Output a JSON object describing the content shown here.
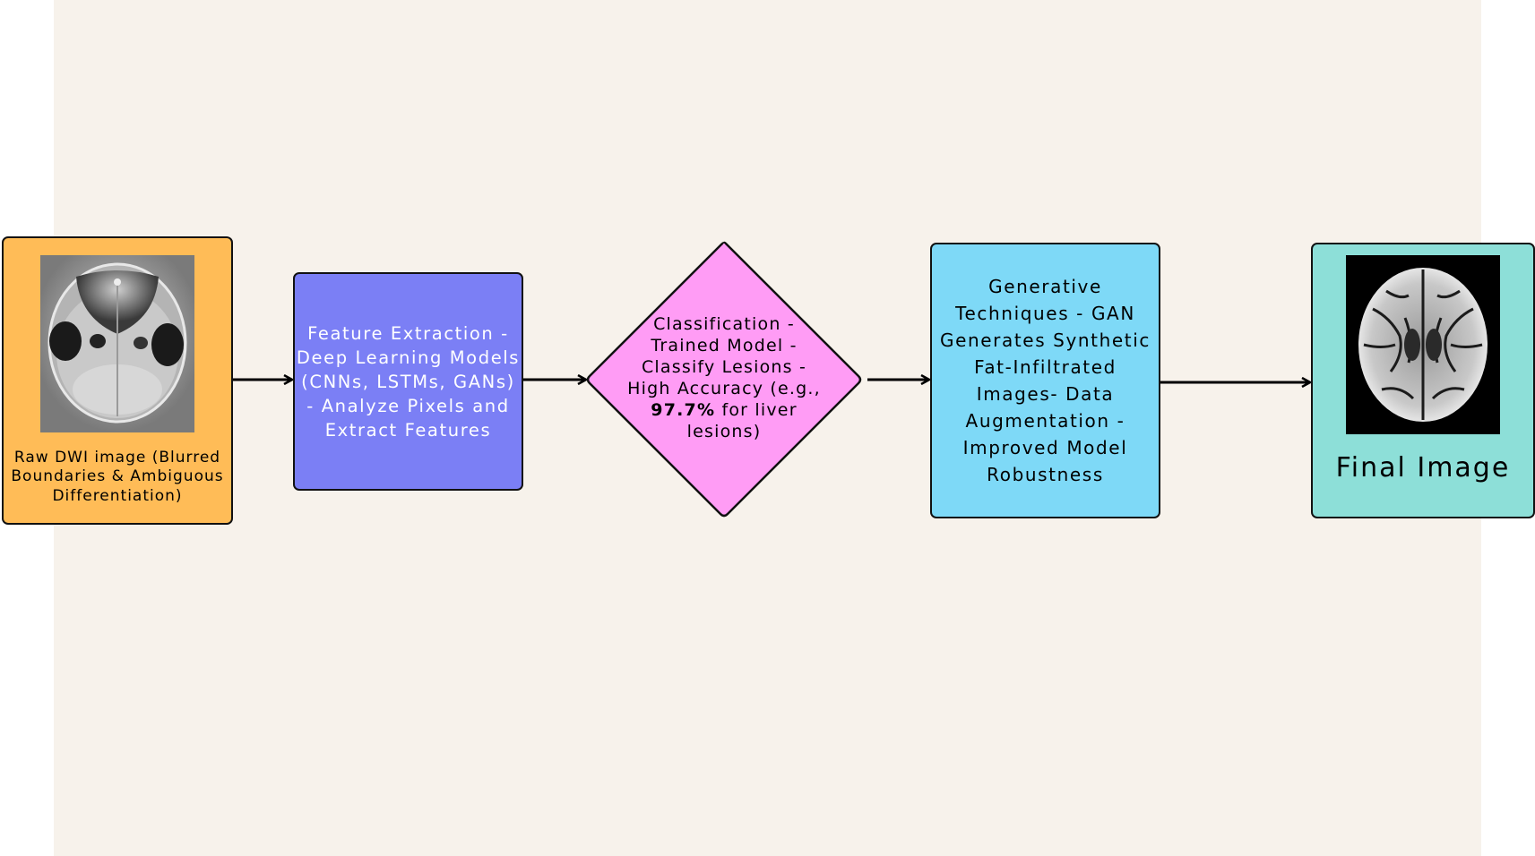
{
  "nodes": {
    "raw_image": {
      "label": "Raw DWI image (Blurred Boundaries & Ambiguous Differentiation)",
      "image": "liver-dwi-scan-grayscale",
      "fill": "#ffbc57"
    },
    "feature_extraction": {
      "label": "Feature Extraction  - Deep Learning Models (CNNs, LSTMs, GANs)  - Analyze Pixels  and Extract  Features",
      "fill": "#7b7ff5"
    },
    "classification": {
      "label_before": "Classification  - Trained Model  - Classify Lesions - High Accuracy (e.g., ",
      "label_bold": "97.7%",
      "label_after": " for liver lesions)",
      "fill": "#ff9cf5"
    },
    "generative": {
      "label": "Generative Techniques - GAN Generates Synthetic Fat-Infiltrated Images- Data Augmentation - Improved Model Robustness",
      "fill": "#7ed9f7"
    },
    "final_image": {
      "label": "Final Image",
      "image": "brain-mri-axial-grayscale",
      "fill": "#8ddfd8"
    }
  },
  "edges": [
    {
      "from": "raw_image",
      "to": "feature_extraction"
    },
    {
      "from": "feature_extraction",
      "to": "classification"
    },
    {
      "from": "classification",
      "to": "generative"
    },
    {
      "from": "generative",
      "to": "final_image"
    }
  ],
  "background_color": "#f7f2eb"
}
